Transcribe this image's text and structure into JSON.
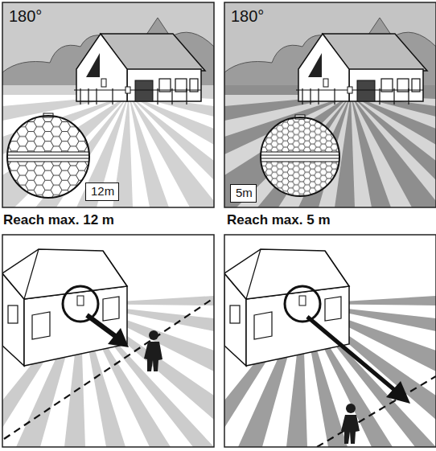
{
  "diagram": {
    "nodes": [
      {
        "text": [
          "12m"
        ]
      },
      {
        "text": [
          "5m"
        ]
      }
    ],
    "labels": [
      "180°",
      "180°",
      "Reach max. 12 m",
      "Reach max. 5 m"
    ]
  }
}
